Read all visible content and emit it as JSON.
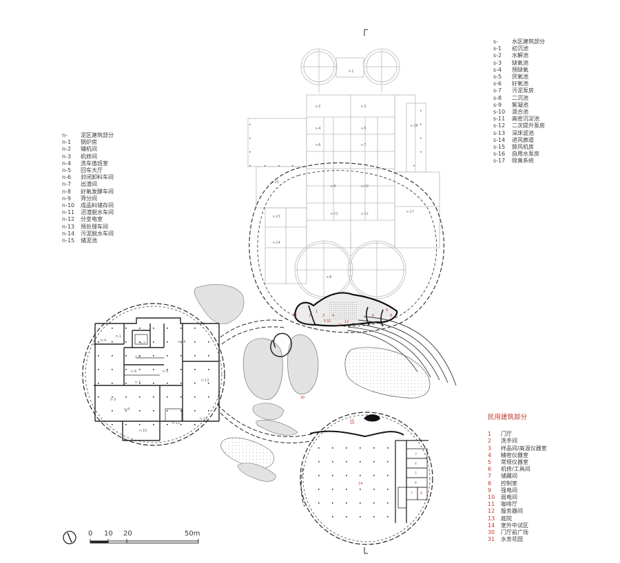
{
  "legend_s": {
    "items": [
      {
        "code": "s-",
        "label": "水区建筑部分"
      },
      {
        "code": "s-1",
        "label": "初沉池"
      },
      {
        "code": "s-2",
        "label": "水解池"
      },
      {
        "code": "s-3",
        "label": "缺氧池"
      },
      {
        "code": "s-4",
        "label": "预缺氧"
      },
      {
        "code": "s-5",
        "label": "厌氧池"
      },
      {
        "code": "s-6",
        "label": "好氧池"
      },
      {
        "code": "s-7",
        "label": "污泥泵房"
      },
      {
        "code": "s-8",
        "label": "二沉池"
      },
      {
        "code": "s-9",
        "label": "絮凝池"
      },
      {
        "code": "s-10",
        "label": "混合池"
      },
      {
        "code": "s-11",
        "label": "高密沉淀池"
      },
      {
        "code": "s-12",
        "label": "二次提升泵房"
      },
      {
        "code": "s-13",
        "label": "深床滤池"
      },
      {
        "code": "s-14",
        "label": "进风廊道"
      },
      {
        "code": "s-15",
        "label": "鼓风机房"
      },
      {
        "code": "s-16",
        "label": "自用水泵房"
      },
      {
        "code": "s-17",
        "label": "除臭系统"
      }
    ]
  },
  "legend_n": {
    "items": [
      {
        "code": "n-",
        "label": "泥区建筑部分"
      },
      {
        "code": "n-1",
        "label": "锅炉房"
      },
      {
        "code": "n-2",
        "label": "辅机间"
      },
      {
        "code": "n-3",
        "label": "机修间"
      },
      {
        "code": "n-4",
        "label": "洗车值班室"
      },
      {
        "code": "n-5",
        "label": "回车大厅"
      },
      {
        "code": "n-6",
        "label": "封闭卸料车间"
      },
      {
        "code": "n-7",
        "label": "出渣间"
      },
      {
        "code": "n-8",
        "label": "好氧发酵车间"
      },
      {
        "code": "n-9",
        "label": "筛分间"
      },
      {
        "code": "n-10",
        "label": "成品料储存间"
      },
      {
        "code": "n-11",
        "label": "沼渣脱水车间"
      },
      {
        "code": "n-12",
        "label": "分变电室"
      },
      {
        "code": "n-13",
        "label": "预处理车间"
      },
      {
        "code": "n-14",
        "label": "污泥脱水车间"
      },
      {
        "code": "n-15",
        "label": "储泥池"
      }
    ]
  },
  "legend_civil": {
    "title": "民用建筑部分",
    "items": [
      {
        "code": "1",
        "label": "门厅"
      },
      {
        "code": "2",
        "label": "洗手间"
      },
      {
        "code": "3",
        "label": "样品间/高温仪器室"
      },
      {
        "code": "4",
        "label": "精密仪器室"
      },
      {
        "code": "5",
        "label": "常规仪器室"
      },
      {
        "code": "6",
        "label": "机修/工具间"
      },
      {
        "code": "7",
        "label": "储藏间"
      },
      {
        "code": "8",
        "label": "控制室"
      },
      {
        "code": "9",
        "label": "强电间"
      },
      {
        "code": "10",
        "label": "弱电间"
      },
      {
        "code": "11",
        "label": "咖啡厅"
      },
      {
        "code": "12",
        "label": "服务器间"
      },
      {
        "code": "13",
        "label": "庭院"
      },
      {
        "code": "14",
        "label": "室外中试区"
      },
      {
        "code": "30",
        "label": "门厅前广场"
      },
      {
        "code": "31",
        "label": "水务花园"
      }
    ]
  },
  "scale": {
    "labels": [
      "0",
      "10",
      "20",
      "50m"
    ]
  },
  "plan_labels": {
    "n_rooms": [
      "n-1",
      "n-2",
      "n-3",
      "n-4",
      "n-5",
      "n-6",
      "n-7",
      "n-8",
      "n-9",
      "n-10",
      "n-11",
      "n-12",
      "n-13",
      "n-14"
    ],
    "s_rooms": [
      "s-1",
      "s-2",
      "s-3",
      "s-4",
      "s-5",
      "s-6",
      "s-7",
      "s-8",
      "s-9",
      "s-10",
      "s-11",
      "s-12",
      "s-13",
      "s-14",
      "s-15",
      "s-16",
      "s-17"
    ],
    "civil_rooms": [
      "1",
      "2",
      "3",
      "4",
      "5",
      "6",
      "7",
      "8",
      "9",
      "10",
      "11",
      "12",
      "13",
      "14",
      "30",
      "31"
    ]
  },
  "colors": {
    "line": "#333333",
    "light_line": "#b5b5b5",
    "fill_gray": "#e3e3e3",
    "civil_red": "#c0392b"
  }
}
